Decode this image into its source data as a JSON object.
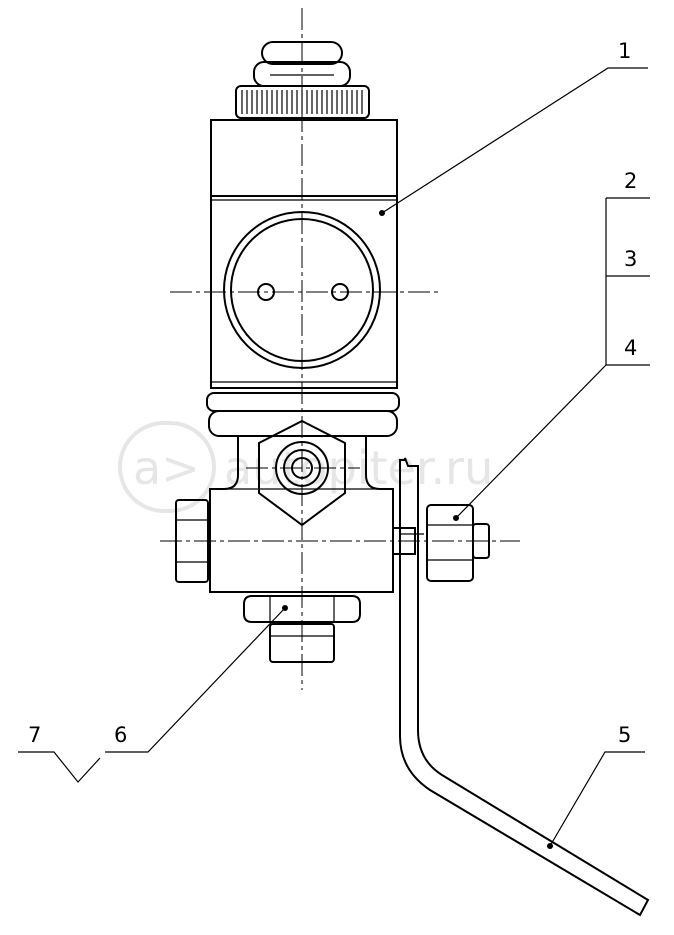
{
  "watermark": {
    "logo_glyph": "a>",
    "text": "autopiter.ru"
  },
  "callouts": [
    {
      "id": "1",
      "text": "1"
    },
    {
      "id": "2",
      "text": "2"
    },
    {
      "id": "3",
      "text": "3"
    },
    {
      "id": "4",
      "text": "4"
    },
    {
      "id": "5",
      "text": "5"
    },
    {
      "id": "6",
      "text": "6"
    },
    {
      "id": "7",
      "text": "7"
    }
  ]
}
